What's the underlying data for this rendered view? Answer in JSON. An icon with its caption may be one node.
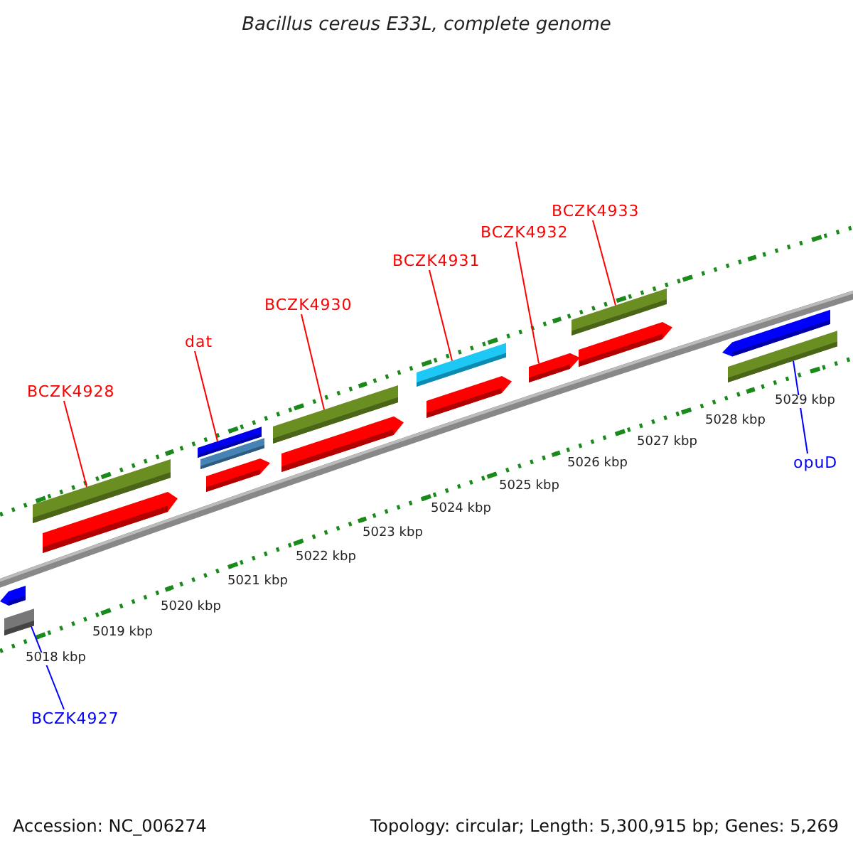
{
  "diagram": {
    "title": "Bacillus cereus E33L, complete genome",
    "nodes": [
      {
        "text": [
          "BCZK4933"
        ]
      },
      {
        "text": [
          "BCZK4932"
        ]
      },
      {
        "text": [
          "BCZK4931"
        ]
      },
      {
        "text": [
          "BCZK4930"
        ]
      },
      {
        "text": [
          "dat"
        ]
      },
      {
        "text": [
          "BCZK4928"
        ]
      },
      {
        "text": [
          "opuD"
        ]
      },
      {
        "text": [
          "BCZK4927"
        ]
      },
      {
        "text": [],
        "shape": "bar"
      },
      {
        "text": [],
        "shape": "bar"
      },
      {
        "text": [],
        "shape": "bar"
      },
      {
        "text": [],
        "shape": "bar"
      },
      {
        "text": [],
        "shape": "bar"
      },
      {
        "text": [],
        "shape": "bar"
      },
      {
        "text": [],
        "shape": "bar"
      },
      {
        "text": [],
        "shape": "bar"
      },
      {
        "text": [],
        "shape": "bar"
      },
      {
        "text": [],
        "shape": "bar"
      },
      {
        "text": [],
        "shape": "bar"
      },
      {
        "text": [],
        "shape": "bar"
      },
      {
        "text": [],
        "shape": "bar"
      },
      {
        "text": [],
        "shape": "bar"
      },
      {
        "text": [],
        "shape": "bar"
      },
      {
        "text": [],
        "shape": "bar"
      }
    ],
    "edges": [
      {
        "from": 0,
        "to": 20,
        "arrow": "none"
      },
      {
        "from": 1,
        "to": 19,
        "arrow": "none"
      },
      {
        "from": 2,
        "to": 17,
        "arrow": "none"
      },
      {
        "from": 3,
        "to": 15,
        "arrow": "none"
      },
      {
        "from": 4,
        "to": 12,
        "arrow": "none"
      },
      {
        "from": 5,
        "to": 10,
        "arrow": "none"
      },
      {
        "from": 6,
        "to": 23,
        "arrow": "none",
        "color": "#0000ff"
      },
      {
        "from": 7,
        "to": 9,
        "arrow": "none",
        "color": "#0000ff"
      }
    ],
    "labels": [
      "5029 kbp",
      "5028 kbp",
      "5027 kbp",
      "5026 kbp",
      "5025 kbp",
      "5024 kbp",
      "5023 kbp",
      "5022 kbp",
      "5021 kbp",
      "5020 kbp",
      "5019 kbp",
      "5018 kbp",
      "Accession: NC_006274",
      "Topology: circular; Length: 5,300,915 bp; Genes: 5,269"
    ]
  }
}
